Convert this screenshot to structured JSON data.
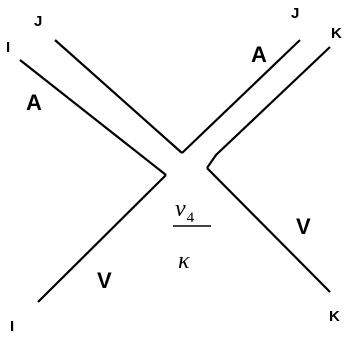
{
  "labels": {
    "top_left_outer": "I",
    "top_left_inner": "J",
    "top_right_inner": "J",
    "top_right_outer": "K",
    "bottom_left": "I",
    "bottom_right": "K",
    "left_upper_arm": "A",
    "right_upper_arm": "A",
    "lower_left_arm": "V",
    "lower_right_arm": "V"
  },
  "vertex": {
    "numerator_symbol": "v",
    "numerator_subscript": "4",
    "denominator": "κ"
  }
}
